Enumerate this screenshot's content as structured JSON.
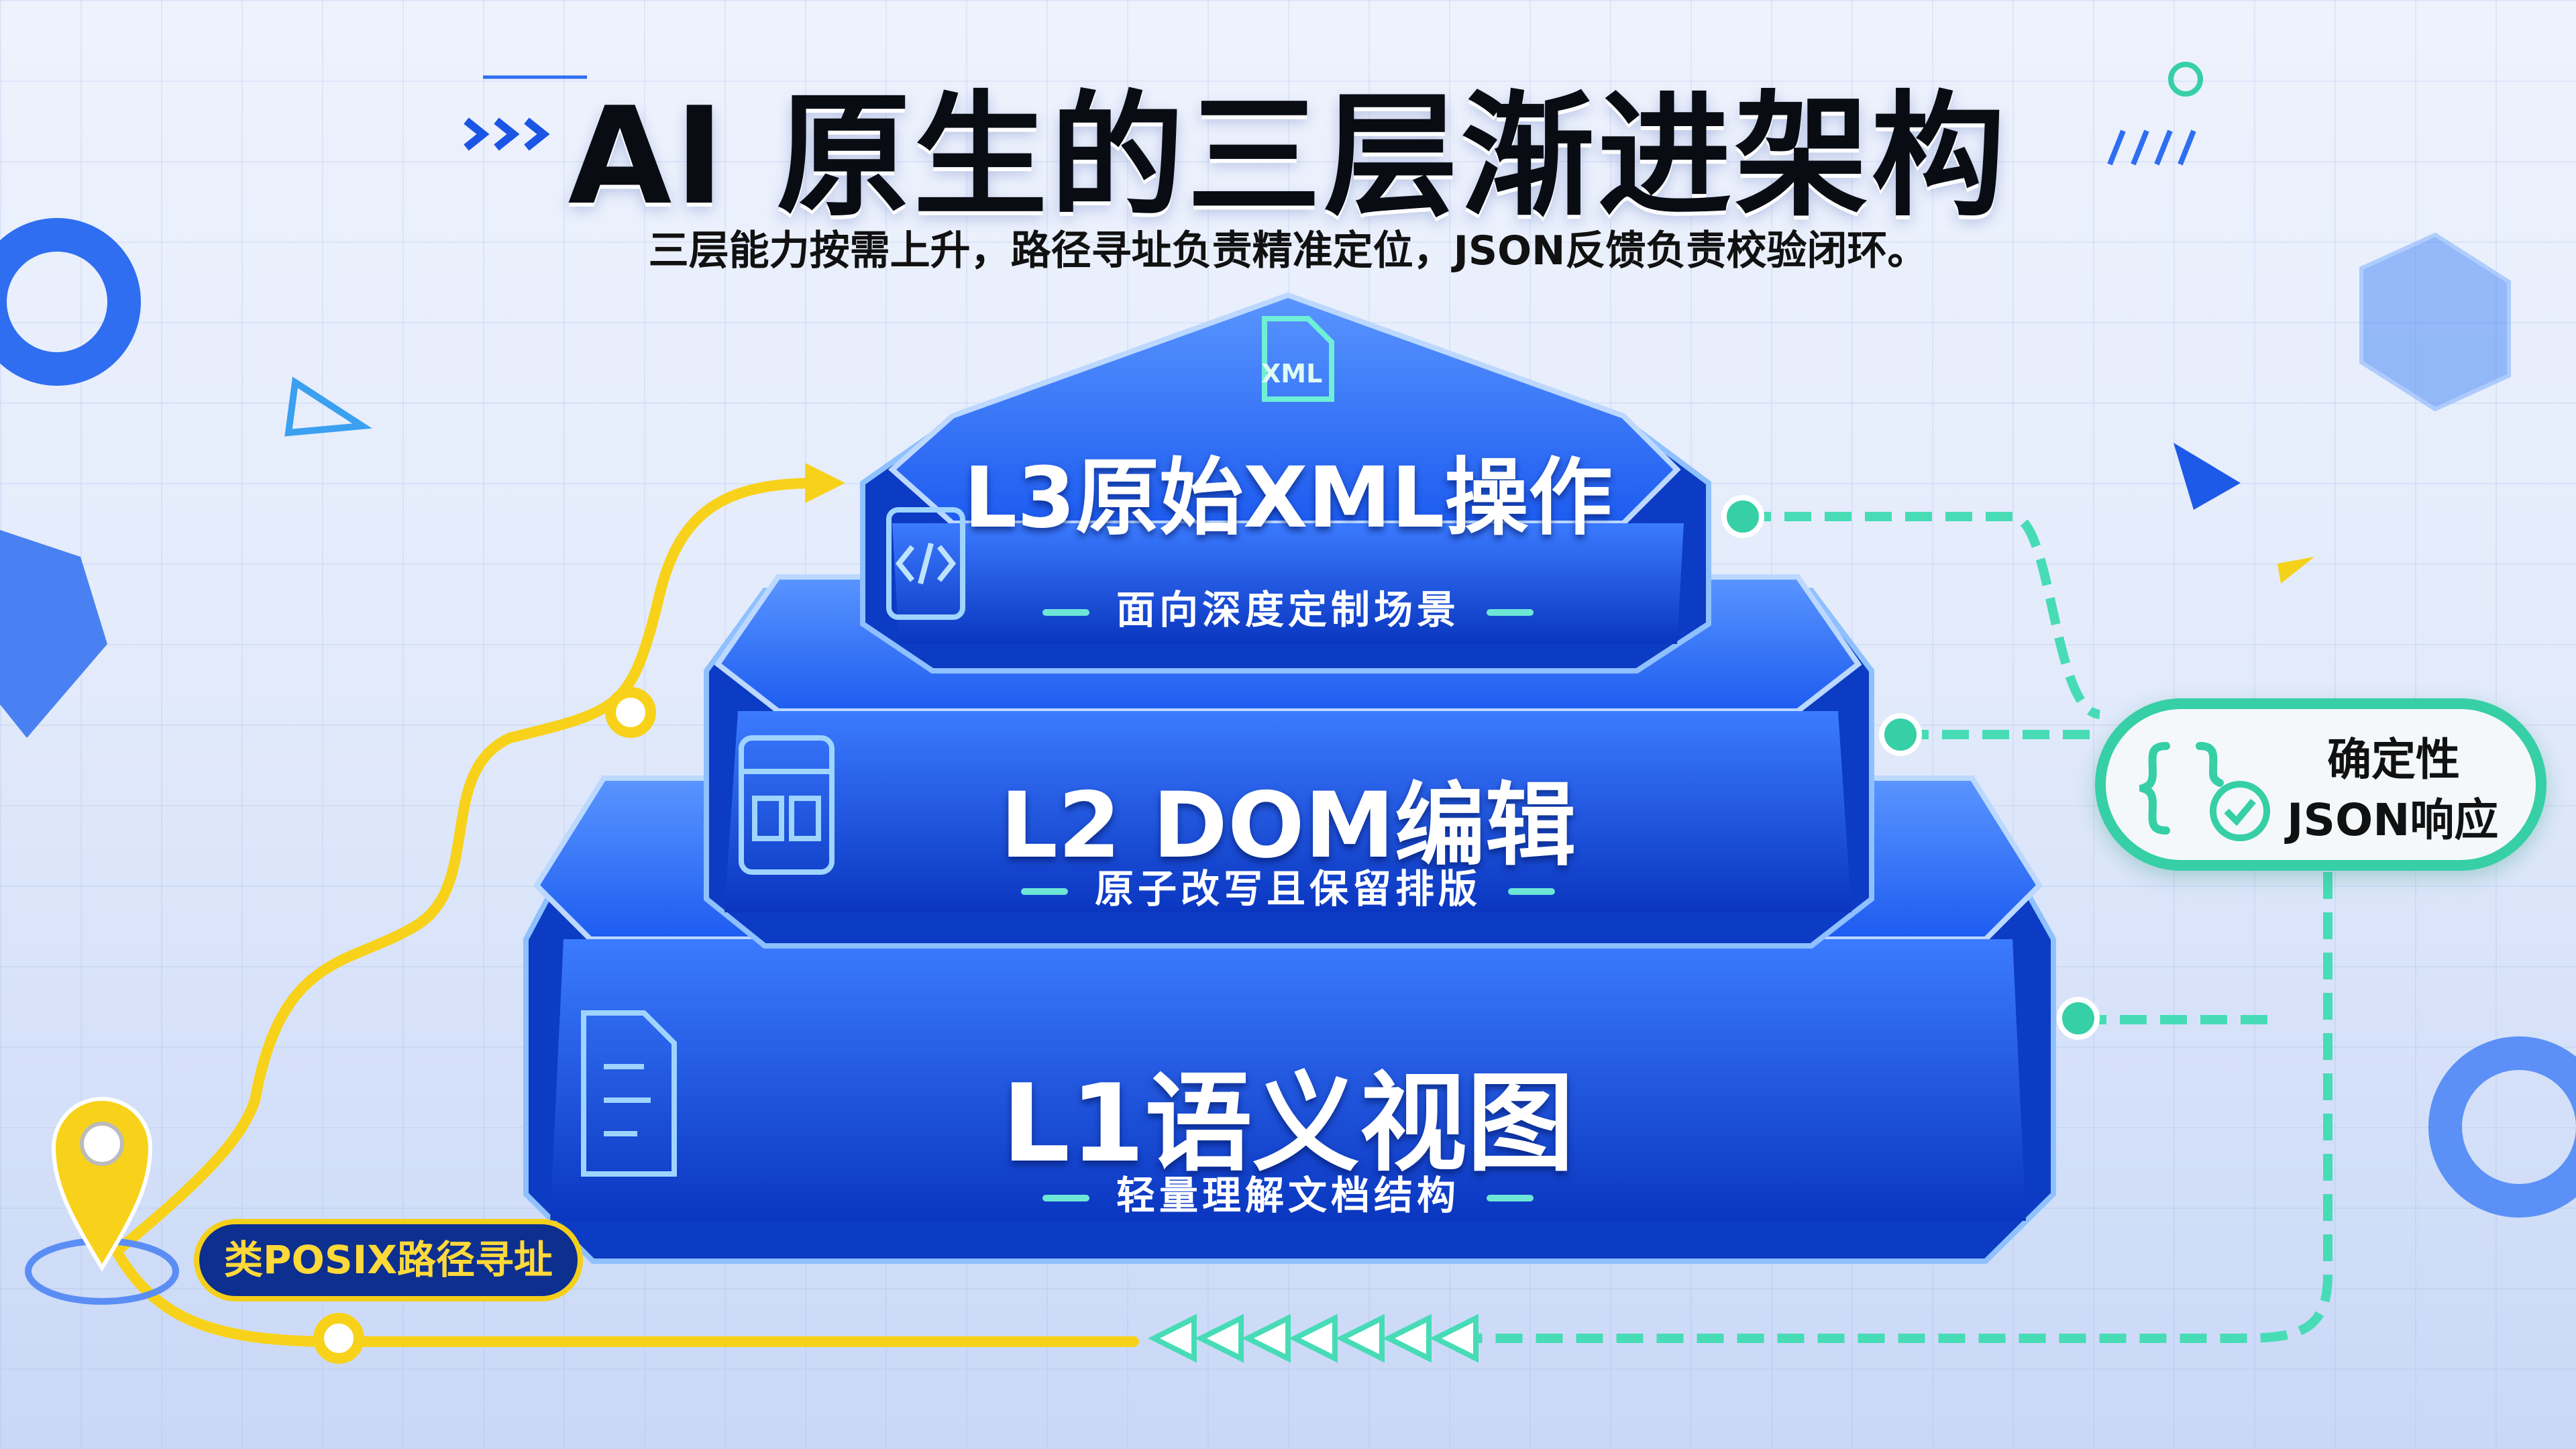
{
  "title": "AI 原生的三层渐进架构",
  "subtitle": "三层能力按需上升，路径寻址负责精准定位，JSON反馈负责校验闭环。",
  "layers": [
    {
      "title": "L3原始XML操作",
      "subtitle": "面向深度定制场景",
      "icon": "code-window-icon",
      "badge": "XML"
    },
    {
      "title": "L2 DOM编辑",
      "subtitle": "原子改写且保留排版",
      "icon": "layout-window-icon"
    },
    {
      "title": "L1语义视图",
      "subtitle": "轻量理解文档结构",
      "icon": "document-icon"
    }
  ],
  "json_response": {
    "line1": "确定性",
    "line2": "JSON响应",
    "icon": "braces-check-icon"
  },
  "posix": {
    "label": "类POSIX路径寻址",
    "icon": "location-pin-icon"
  },
  "colors": {
    "layer": "#1450e0",
    "yellow": "#f8d21a",
    "green": "#36cfa6"
  }
}
